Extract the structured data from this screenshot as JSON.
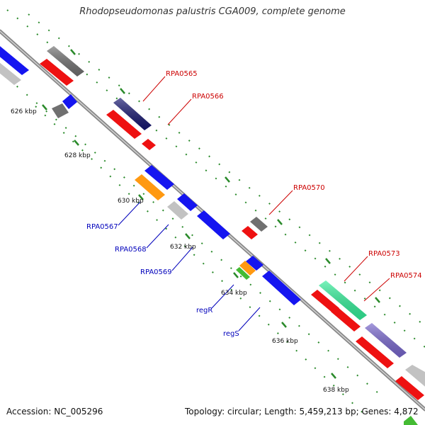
{
  "title": "Rhodopseudomonas palustris CGA009, complete genome",
  "footer": {
    "accession": "Accession: NC_005296",
    "topology": "Topology: circular; Length: 5,459,213 bp; Genes: 4,872"
  },
  "ticks": {
    "t626": "626 kbp",
    "t628": "628 kbp",
    "t630": "630 kbp",
    "t632": "632 kbp",
    "t634": "634 kbp",
    "t636": "636 kbp",
    "t638": "638 kbp"
  },
  "genes": {
    "rpa0565": "RPA0565",
    "rpa0566": "RPA0566",
    "rpa0570": "RPA0570",
    "rpa0573": "RPA0573",
    "rpa0574": "RPA0574",
    "rpa0567": "RPA0567",
    "rpa0568": "RPA0568",
    "rpa0569": "RPA0569",
    "regR": "regR",
    "regS": "regS"
  },
  "colors": {
    "forward_label": "#cc0000",
    "reverse_label": "#0000bb",
    "backbone": "#999999",
    "tick": "#338833"
  }
}
